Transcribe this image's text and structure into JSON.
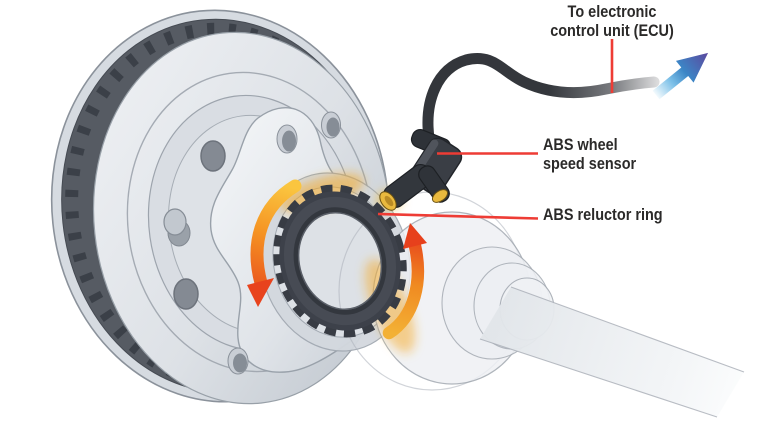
{
  "diagram_title": "ABS wheel speed sensor and reluctor ring diagram",
  "labels": {
    "ecu_line1": "To electronic",
    "ecu_line2": "control unit (ECU)",
    "sensor_line1": "ABS wheel",
    "sensor_line2": "speed sensor",
    "reluctor": "ABS reluctor ring"
  },
  "icons": {
    "ecu_signal_arrow": "arrow pointing up-right from sensor cable toward ECU",
    "rotation_arrow_left": "curved arrow showing ring rotation, left side pointing down",
    "rotation_arrow_right": "curved arrow showing ring rotation, right side pointing up"
  },
  "colors": {
    "callout_red": "#ee3c35",
    "label_text": "#2b2a29",
    "rotation_arrow_yellow": "#fac53f",
    "rotation_arrow_red": "#e8431d",
    "signal_arrow_blue": "#3c86c6",
    "signal_arrow_purple": "#5c489e",
    "cable_dark": "#33363b",
    "sensor_body": "#3a3e45",
    "sensor_tip_gold": "#e9b93e",
    "reluctor_ring_dark": "#40444c",
    "disc_face_light": "#e4e8ec",
    "disc_edge_dark": "#565b63"
  }
}
